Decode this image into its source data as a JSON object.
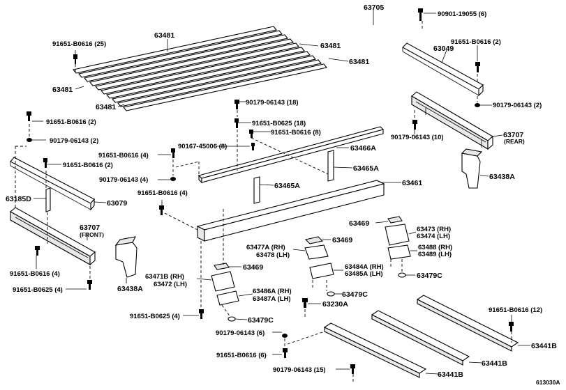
{
  "diagram_id": "613030A",
  "labels": {
    "l63481_top": "63481",
    "l63481_r1": "63481",
    "l63481_r2": "63481",
    "l63481_l1": "63481",
    "l63481_l2": "63481",
    "l91651_25": "91651-B0616 (25)",
    "l63705": "63705",
    "l90901": "90901-19055 (6)",
    "l63049": "63049",
    "l91651_2a": "91651-B0616 (2)",
    "l90179_2a": "90179-06143 (2)",
    "l90179_10": "90179-06143 (10)",
    "l63707_rear": "63707",
    "l63707_rear_sub": "(REAR)",
    "l63438A_r": "63438A",
    "l90179_18": "90179-06143 (18)",
    "l91651_18": "91651-B0625 (18)",
    "l91651_8": "91651-B0616 (8)",
    "l90167": "90167-45006 (8)",
    "l63466A": "63466A",
    "l63465A_a": "63465A",
    "l63465A_b": "63465A",
    "l63461": "63461",
    "l91651_2b": "91651-B0616 (2)",
    "l90179_2b": "90179-06143 (2)",
    "l91651_4a": "91651-B0616 (4)",
    "l91651_2c": "91651-B0616 (2)",
    "l90179_4": "90179-06143 (4)",
    "l91651_4b": "91651-B0616 (4)",
    "l63185D": "63185D",
    "l63079": "63079",
    "l63707_front": "63707",
    "l63707_front_sub": "(FRONT)",
    "l91651_4c": "91651-B0616 (4)",
    "l91651_b0625_4a": "91651-B0625 (4)",
    "l63438A_l": "63438A",
    "l63469_a": "63469",
    "l63473": "63473 (RH)",
    "l63474": "63474 (LH)",
    "l63477A": "63477A (RH)",
    "l63478": "63478 (LH)",
    "l63469_b": "63469",
    "l63488": "63488 (RH)",
    "l63489": "63489 (LH)",
    "l63471B": "63471B (RH)",
    "l63472": "63472 (LH)",
    "l63469_c": "63469",
    "l63484A": "63484A (RH)",
    "l63485A": "63485A (LH)",
    "l63479C_a": "63479C",
    "l63486A": "63486A (RH)",
    "l63487A": "63487A (LH)",
    "l63479C_b": "63479C",
    "l63230A": "63230A",
    "l91651_b0625_4b": "91651-B0625 (4)",
    "l63479C_c": "63479C",
    "l90179_6": "90179-06143 (6)",
    "l91651_6": "91651-B0616 (6)",
    "l90179_15": "90179-06143 (15)",
    "l91651_12": "91651-B0616 (12)",
    "l63441B_a": "63441B",
    "l63441B_b": "63441B",
    "l63441B_c": "63441B"
  }
}
